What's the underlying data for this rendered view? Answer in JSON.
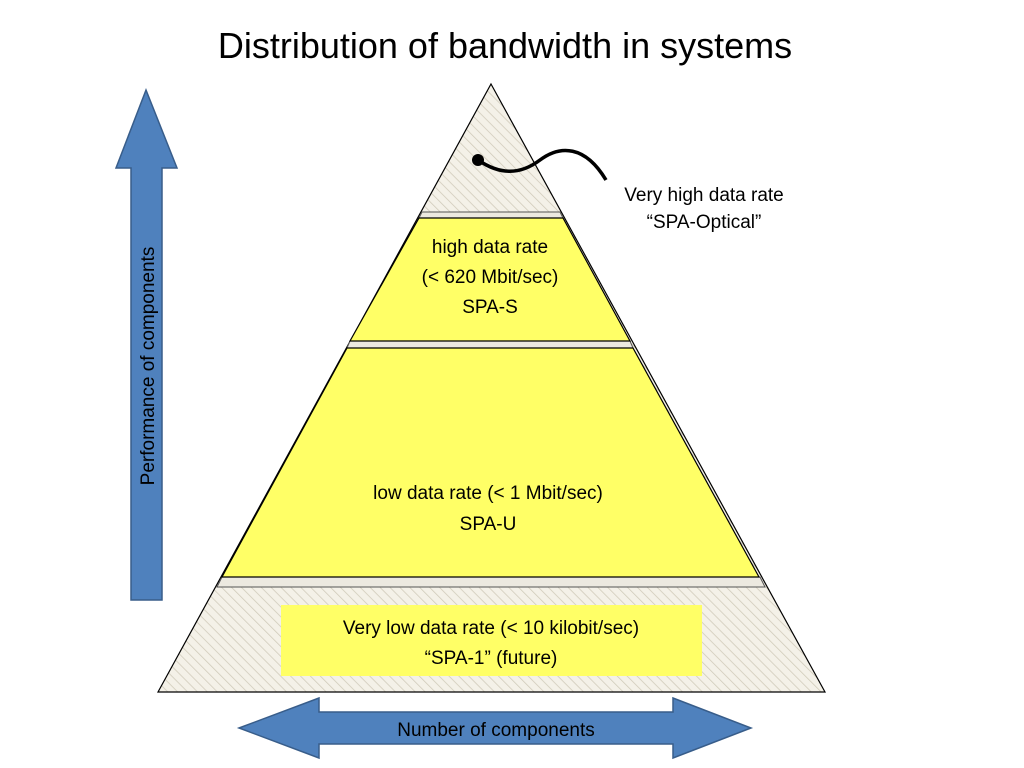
{
  "slide": {
    "title": "Distribution of bandwidth in systems"
  },
  "pyramid": {
    "top_tier": {
      "label_line1": "Very high data rate",
      "label_line2": "“SPA-Optical”"
    },
    "high_tier": {
      "line1": "high data rate",
      "line2": "(< 620 Mbit/sec)",
      "line3": "SPA-S"
    },
    "low_tier": {
      "line1": "low data rate (< 1 Mbit/sec)",
      "line2": "SPA-U"
    },
    "base_tier": {
      "line1": "Very low data rate (< 10 kilobit/sec)",
      "line2": "“SPA-1” (future)"
    }
  },
  "axes": {
    "vertical_label": "Performance of components",
    "horizontal_label": "Number of components"
  },
  "colors": {
    "tier_fill": "#ffff66",
    "arrow_fill": "#4f81bd",
    "arrow_stroke": "#385d8a",
    "hatch_background": "#f4f1e8",
    "outline": "#000000"
  }
}
